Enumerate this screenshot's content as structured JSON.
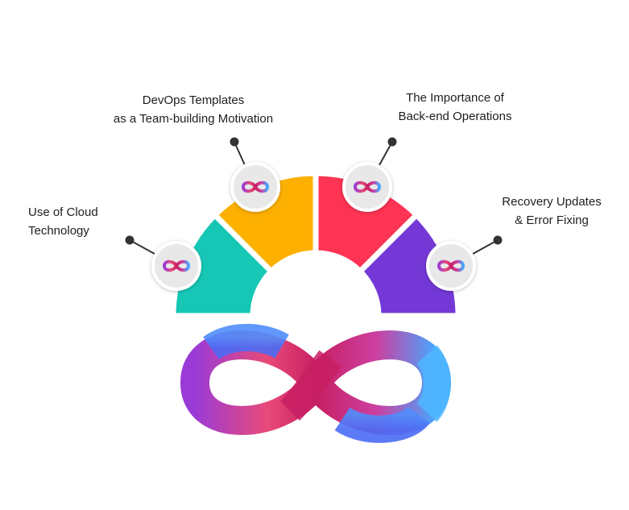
{
  "labels": {
    "devops_templates": [
      "DevOps Templates",
      "as a Team-building Motivation"
    ],
    "backend_operations": [
      "The Importance of",
      "Back-end Operations"
    ],
    "cloud_technology": [
      "Use of Cloud",
      "Technology"
    ],
    "recovery_updates": [
      "Recovery Updates",
      "& Error Fixing"
    ]
  },
  "segments": [
    {
      "name": "cloud-technology",
      "color": "#17c7b6"
    },
    {
      "name": "devops-templates",
      "color": "#fdb000"
    },
    {
      "name": "backend-operations",
      "color": "#ff3353"
    },
    {
      "name": "recovery-updates",
      "color": "#7438d6"
    }
  ],
  "icons": {
    "node_icon": "infinity-icon",
    "center_logo": "devops-infinity-logo"
  }
}
